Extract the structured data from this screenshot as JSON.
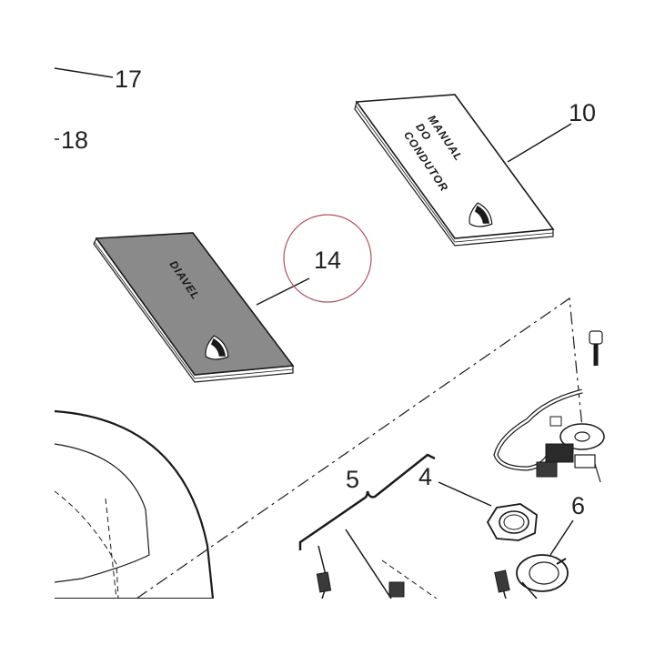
{
  "colors": {
    "ink": "#1a1a1a",
    "book_cover_dark": "#8a8a8a",
    "highlight_circle": "#b0505f"
  },
  "callouts": {
    "c17": "17",
    "c18": "18",
    "c10": "10",
    "c14": "14",
    "c5": "5",
    "c4": "4",
    "c6": "6"
  },
  "book_owner_manual": {
    "lines": [
      "MANUAL",
      "DO",
      "CONDUTOR"
    ],
    "logo_icon": "ducati-shield-logo"
  },
  "book_diavel": {
    "title": "DIAVEL",
    "logo_icon": "ducati-shield-logo"
  },
  "highlight": {
    "target_callout": "14",
    "shape": "circle"
  }
}
